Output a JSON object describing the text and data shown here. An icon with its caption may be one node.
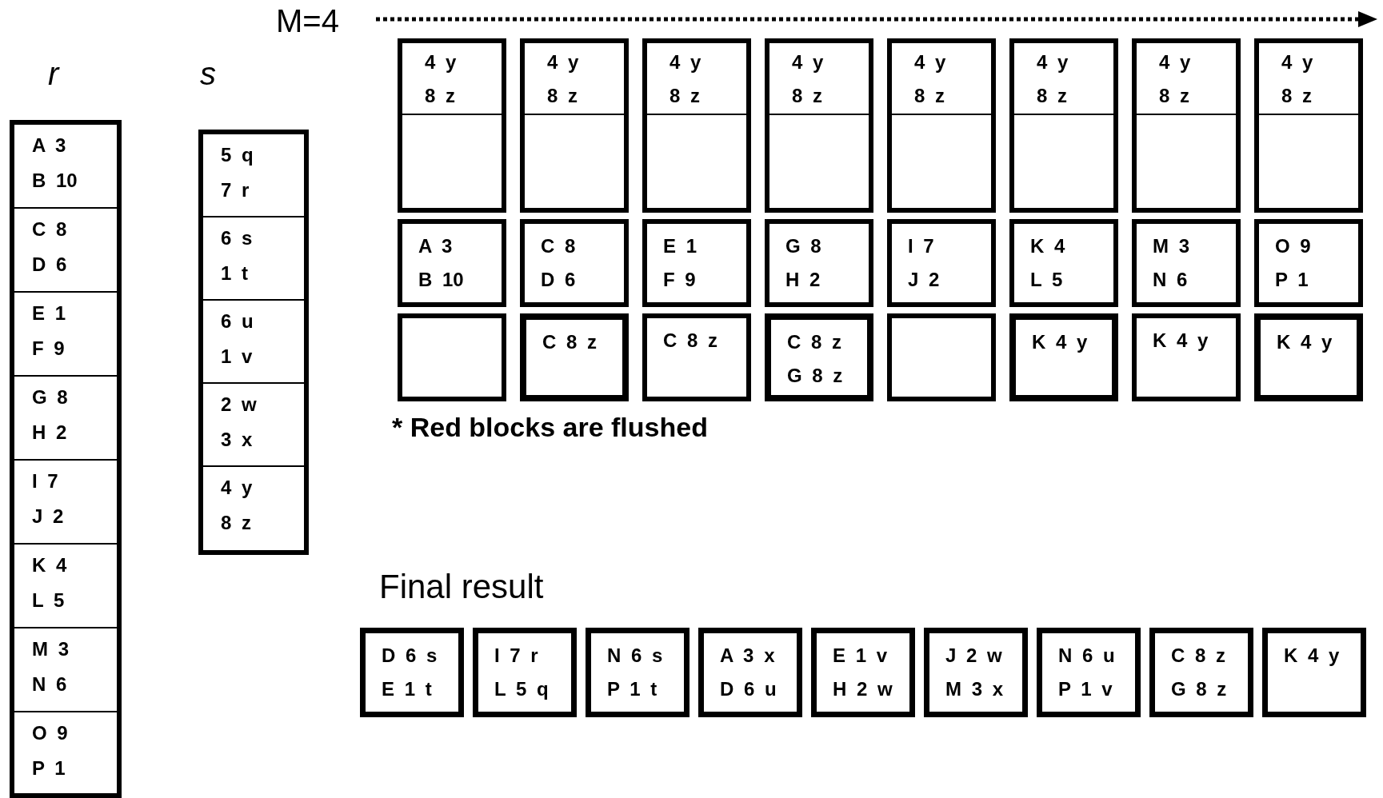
{
  "diagram": {
    "nodes": [
      {
        "text": [
          "r"
        ]
      },
      {
        "text": [
          "A 3",
          "B 10"
        ],
        "in": 0
      },
      {
        "text": [
          "C 8",
          "D 6"
        ],
        "in": 0
      },
      {
        "text": [
          "E 1",
          "F 9"
        ],
        "in": 0
      },
      {
        "text": [
          "G 8",
          "H 2"
        ],
        "in": 0
      },
      {
        "text": [
          "I 7",
          "J 2"
        ],
        "in": 0
      },
      {
        "text": [
          "K 4",
          "L 5"
        ],
        "in": 0
      },
      {
        "text": [
          "M 3",
          "N 6"
        ],
        "in": 0
      },
      {
        "text": [
          "O 9",
          "P 1"
        ],
        "in": 0
      },
      {
        "text": [
          "s"
        ]
      },
      {
        "text": [
          "5 q",
          "7 r"
        ],
        "in": 9
      },
      {
        "text": [
          "6 s",
          "1 t"
        ],
        "in": 9
      },
      {
        "text": [
          "6 u",
          "1 v"
        ],
        "in": 9
      },
      {
        "text": [
          "2 w",
          "3 x"
        ],
        "in": 9
      },
      {
        "text": [
          "4 y",
          "8 z"
        ],
        "in": 9
      },
      {
        "text": [
          "4 y",
          "8 z"
        ]
      },
      {
        "text": [
          "4 y",
          "8 z"
        ]
      },
      {
        "text": [
          "4 y",
          "8 z"
        ]
      },
      {
        "text": [
          "4 y",
          "8 z"
        ]
      },
      {
        "text": [
          "4 y",
          "8 z"
        ]
      },
      {
        "text": [
          "4 y",
          "8 z"
        ]
      },
      {
        "text": [
          "4 y",
          "8 z"
        ]
      },
      {
        "text": [
          "4 y",
          "8 z"
        ]
      },
      {
        "text": [
          "A 3",
          "B 10"
        ]
      },
      {
        "text": [
          "C 8",
          "D 6"
        ]
      },
      {
        "text": [
          "E 1",
          "F 9"
        ]
      },
      {
        "text": [
          "G 8",
          "H 2"
        ]
      },
      {
        "text": [
          "I 7",
          "J 2"
        ]
      },
      {
        "text": [
          "K 4",
          "L 5"
        ]
      },
      {
        "text": [
          "M 3",
          "N 6"
        ]
      },
      {
        "text": [
          "O 9",
          "P 1"
        ]
      },
      {
        "text": [],
        "shape": "box"
      },
      {
        "text": [
          "C 8 z"
        ]
      },
      {
        "text": [
          "C 8 z"
        ]
      },
      {
        "text": [
          "C 8 z",
          "G 8 z"
        ]
      },
      {
        "text": [],
        "shape": "box"
      },
      {
        "text": [
          "K 4 y"
        ]
      },
      {
        "text": [
          "K 4 y"
        ]
      },
      {
        "text": [
          "K 4 y"
        ]
      },
      {
        "text": [
          "D 6 s",
          "E 1 t"
        ]
      },
      {
        "text": [
          "I 7 r",
          "L 5 q"
        ]
      },
      {
        "text": [
          "N 6 s",
          "P 1 t"
        ]
      },
      {
        "text": [
          "A 3 x",
          "D 6 u"
        ]
      },
      {
        "text": [
          "E 1 v",
          "H 2 w"
        ]
      },
      {
        "text": [
          "J 2 w",
          "M 3 x"
        ]
      },
      {
        "text": [
          "N 6 u",
          "P 1 v"
        ]
      },
      {
        "text": [
          "C 8 z",
          "G 8 z"
        ]
      },
      {
        "text": [
          "K 4 y"
        ]
      }
    ],
    "edges": [],
    "labels": [
      "M=4",
      "* Red blocks are flushed",
      "Final result"
    ]
  }
}
